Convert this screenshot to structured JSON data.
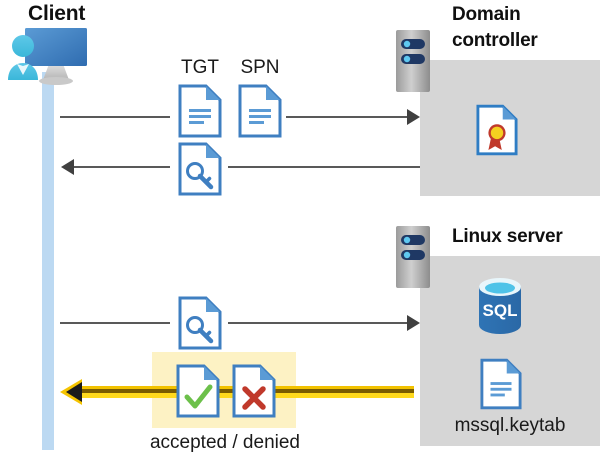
{
  "diagram": {
    "title": "Kerberos authentication flow",
    "type": "sequence-diagram"
  },
  "actors": {
    "client": {
      "label": "Client",
      "icon": "client-computer-user-icon"
    },
    "domain_controller": {
      "label": "Domain\ncontroller",
      "label_line1": "Domain",
      "label_line2": "controller",
      "icon": "server-tower-icon"
    },
    "linux_server": {
      "label": "Linux server",
      "icon": "server-tower-icon"
    }
  },
  "labels": {
    "tgt": "TGT",
    "spn": "SPN",
    "accepted_denied": "accepted / denied",
    "keytab": "mssql.keytab"
  },
  "icons": {
    "tgt_doc": "document-icon",
    "spn_doc": "document-icon",
    "ticket_key_doc_1": "document-key-icon",
    "ticket_key_doc_2": "document-key-icon",
    "accepted_doc": "document-check-icon",
    "denied_doc": "document-x-icon",
    "certificate": "certificate-document-icon",
    "database": "sql-database-icon",
    "keytab_doc": "document-icon"
  },
  "flows": [
    {
      "id": "flow-1",
      "from": "client",
      "to": "domain_controller",
      "direction": "right",
      "carries": [
        "TGT",
        "SPN"
      ],
      "style": "thin-gray"
    },
    {
      "id": "flow-2",
      "from": "domain_controller",
      "to": "client",
      "direction": "left",
      "carries": [
        "service ticket"
      ],
      "style": "thin-gray"
    },
    {
      "id": "flow-3",
      "from": "client",
      "to": "linux_server",
      "direction": "right",
      "carries": [
        "service ticket"
      ],
      "style": "thin-gray"
    },
    {
      "id": "flow-4",
      "from": "linux_server",
      "to": "client",
      "direction": "left",
      "carries": [
        "accepted / denied"
      ],
      "style": "thick-yellow-highlighted"
    }
  ],
  "colors": {
    "panel_gray": "#d6d6d6",
    "lifeline_blue": "#bcd9f2",
    "highlight_yellow": "#fdf2c4",
    "arrow_yellow": "#f5c400",
    "line_gray": "#595959",
    "doc_blue": "#3f7fc1",
    "accent_green": "#6cc04a",
    "accent_red": "#c0392b",
    "sql_blue": "#2f74b5",
    "cert_gold": "#f5d020"
  }
}
